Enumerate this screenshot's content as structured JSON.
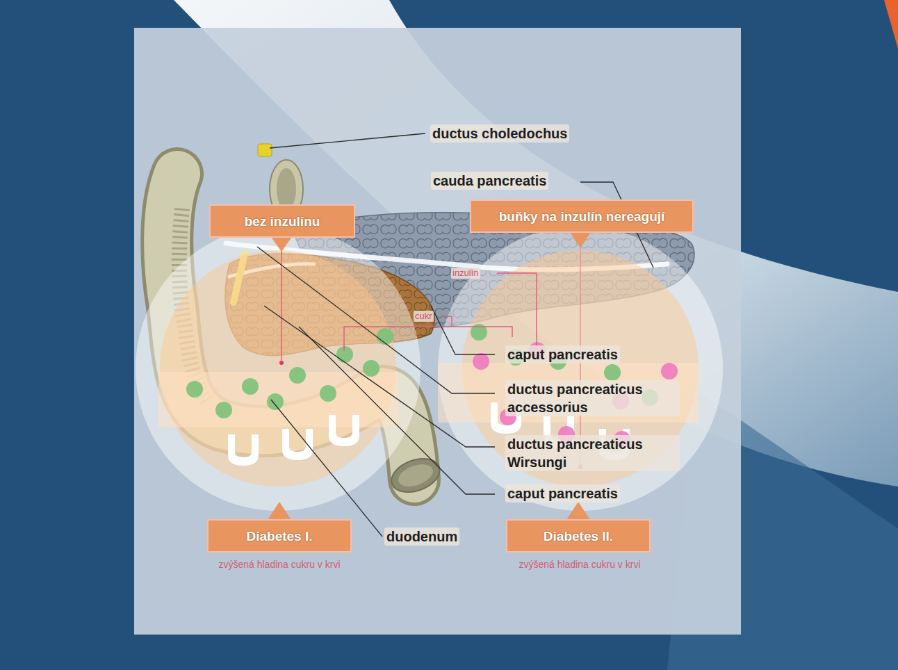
{
  "diagram": {
    "nodes": [
      {
        "text": [
          "bez inzulínu"
        ]
      },
      {
        "text": [
          "buňky na inzulín nereagují"
        ]
      },
      {
        "text": [
          "Diabetes I."
        ]
      },
      {
        "text": [
          "Diabetes II."
        ]
      }
    ],
    "labels": [
      "ductus choledochus",
      "cauda pancreatis",
      "inzulín",
      "cukr",
      "caput pancreatis",
      "ductus pancreaticus accessorius",
      "ductus pancreaticus Wirsungi",
      "caput pancreatis",
      "duodenum",
      "zvýšená hladina cukru v krvi",
      "zvýšená hladina cukru v krvi"
    ]
  }
}
